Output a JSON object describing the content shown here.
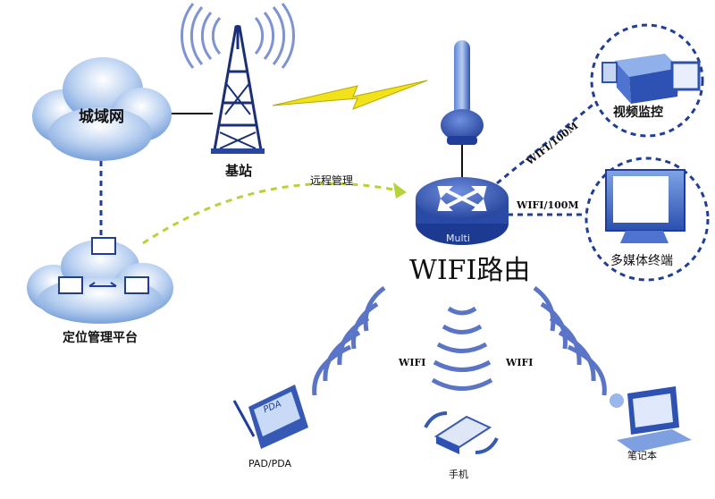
{
  "nodes": {
    "cloud": "城域网",
    "tower": "基站",
    "locating": "定位管理平台",
    "router_label": "WIFI路由",
    "router_badge": "Multi",
    "camera": "视频监控",
    "media": "多媒体终端",
    "pda": "PAD/PDA",
    "phone": "手机",
    "laptop": "笔记本"
  },
  "links": {
    "remote": "远程管理",
    "camera_link": "WIFI/100M",
    "media_link": "WIFI/100M",
    "wifi_left": "WIFI",
    "wifi_right": "WIFI"
  },
  "pda_screen": "PDA",
  "colors": {
    "accent_blue": "#1f3d99",
    "cloud": "#8fb4e3",
    "router": "#3559b5",
    "signal": "#5a74c8",
    "lightning": "#f2e21a",
    "remote_dash": "#b5d33a"
  }
}
